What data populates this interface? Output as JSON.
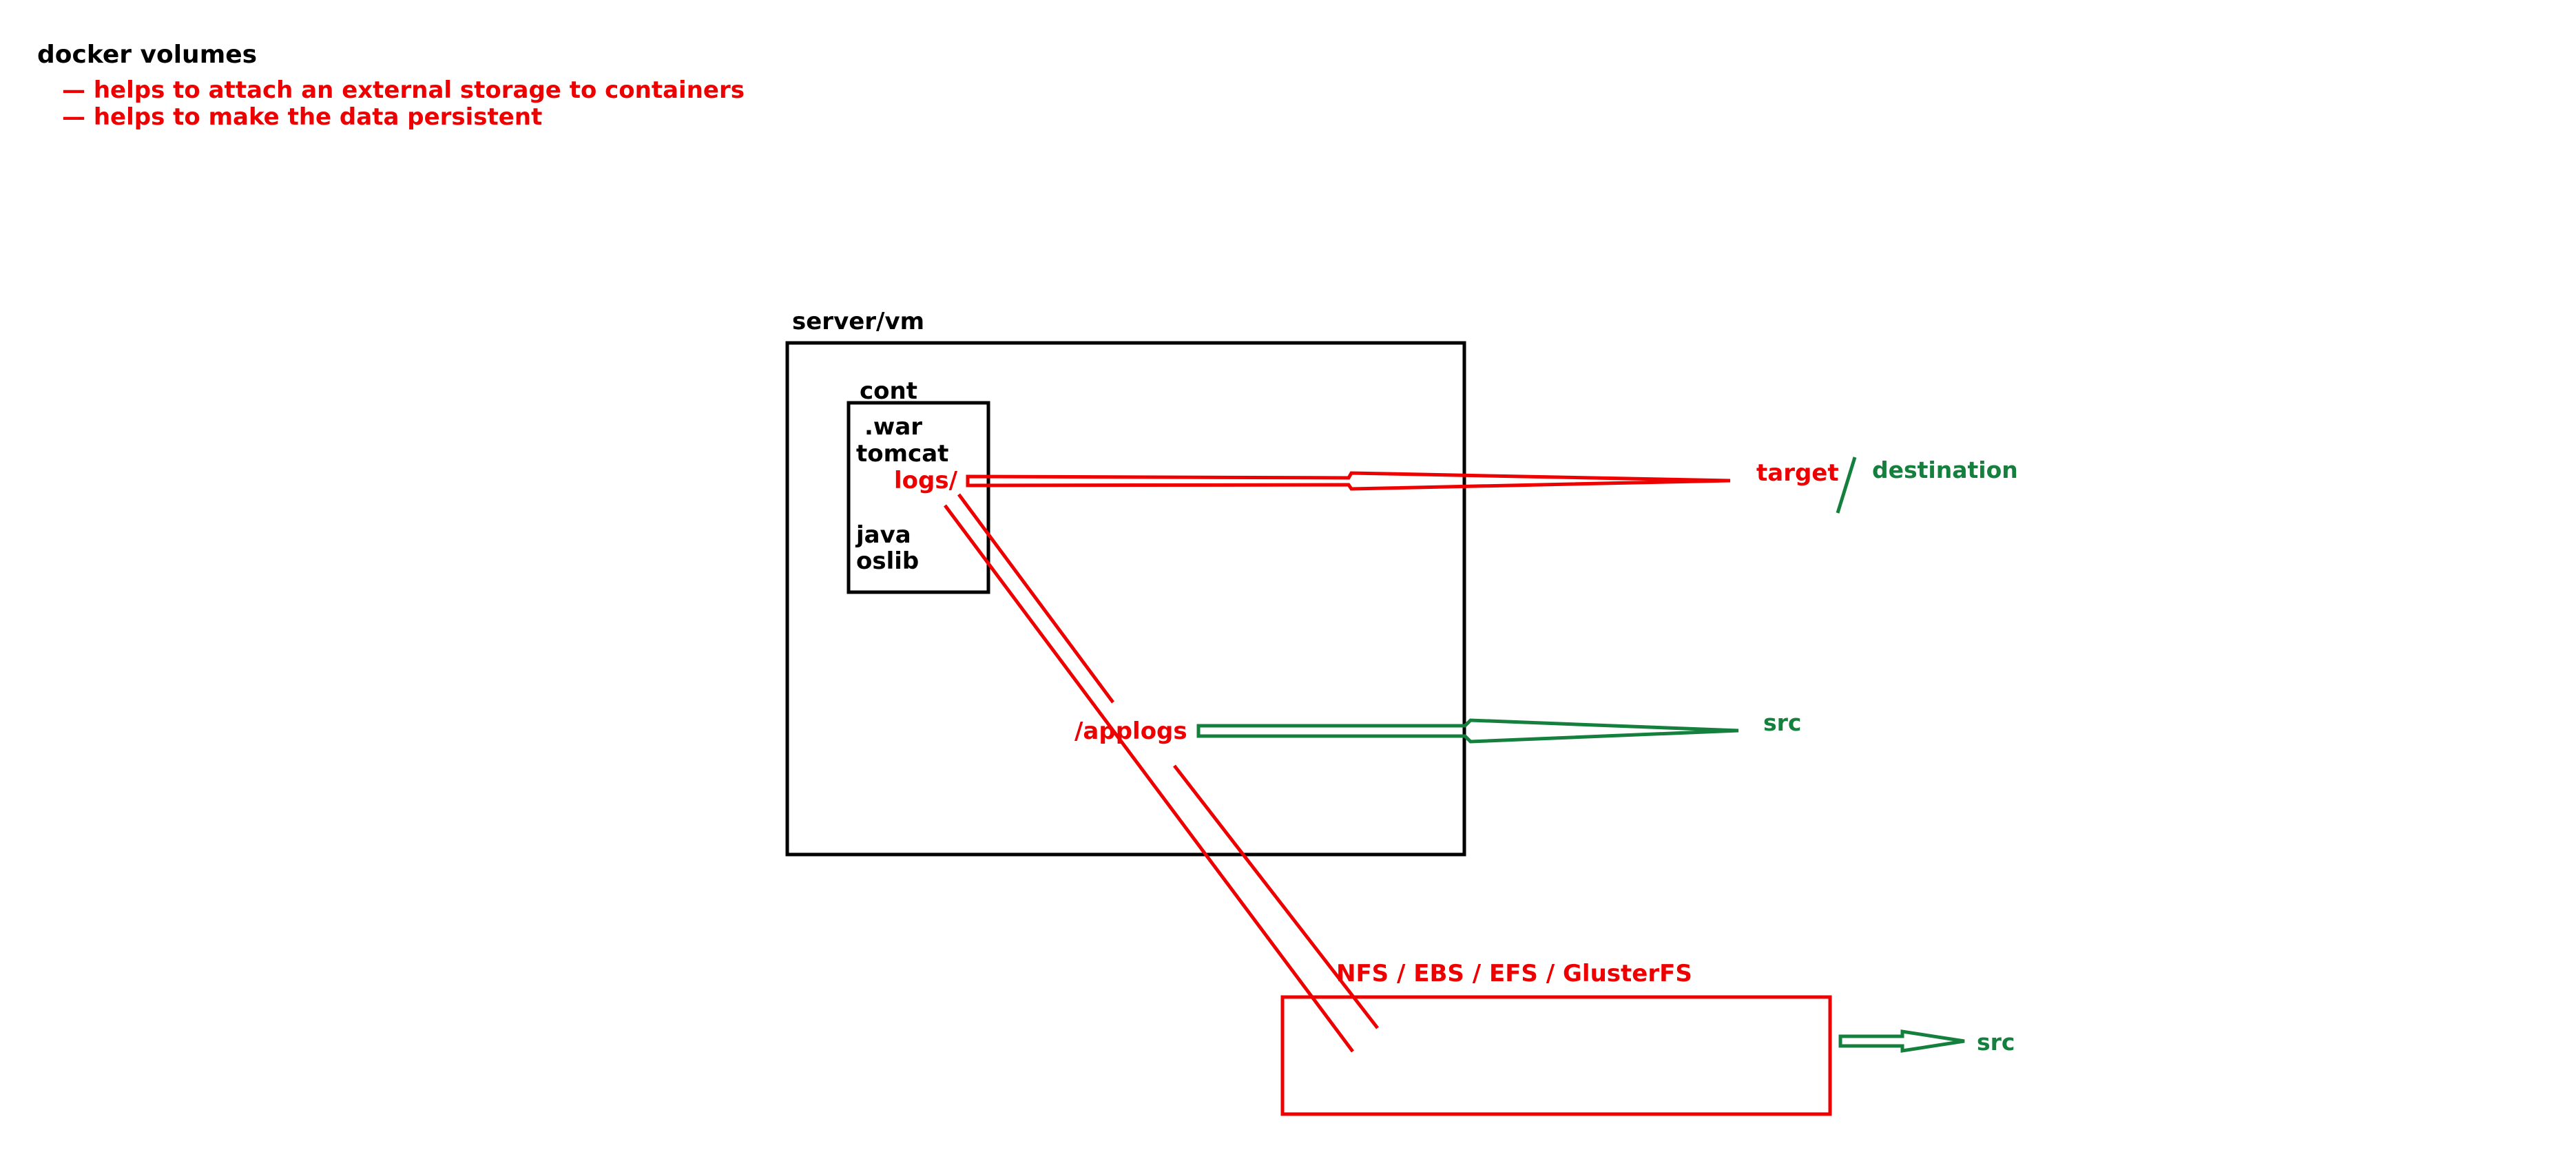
{
  "colors": {
    "black": "#000000",
    "red": "#ee0000",
    "green": "#15803d"
  },
  "header": {
    "title": "docker volumes",
    "bullets": [
      "— helps to attach an external storage to containers",
      "— helps to make the data persistent"
    ]
  },
  "server": {
    "label": "server/vm"
  },
  "container": {
    "label": "cont",
    "items": [
      ".war",
      "tomcat",
      "logs/",
      "java",
      "oslib"
    ]
  },
  "host_path": {
    "label": "/applogs"
  },
  "legend": {
    "target": "target",
    "slash": "/",
    "destination": "destination",
    "src_host": "src",
    "src_storage": "src"
  },
  "storage": {
    "label": "NFS / EBS / EFS / GlusterFS"
  }
}
